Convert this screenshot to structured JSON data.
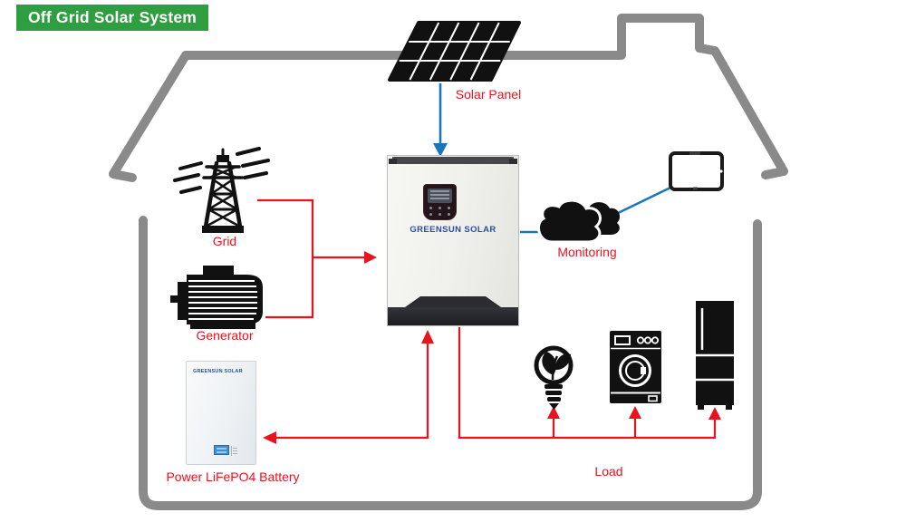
{
  "title_banner": {
    "text": "Off Grid Solar System"
  },
  "labels": {
    "solar_panel": "Solar Panel",
    "grid": "Grid",
    "generator": "Generator",
    "monitoring": "Monitoring",
    "battery": "Power LiFePO4 Battery",
    "load": "Load"
  },
  "inverter": {
    "brand": "GREENSUN SOLAR"
  },
  "battery": {
    "brand": "GREENSUN SOLAR"
  },
  "colors": {
    "banner_green": "#2f9e41",
    "house_gray": "#8a8a8a",
    "wire_red": "#e8131d",
    "wire_blue": "#1b75bb",
    "label_red": "#e8131d",
    "brand_blue": "#2a4fa2",
    "icon_black": "#111111"
  },
  "icons": [
    "solar-panel-icon",
    "grid-tower-icon",
    "generator-icon",
    "monitoring-cloud-icon",
    "tablet-icon",
    "eco-bulb-icon",
    "washing-machine-icon",
    "refrigerator-icon"
  ]
}
